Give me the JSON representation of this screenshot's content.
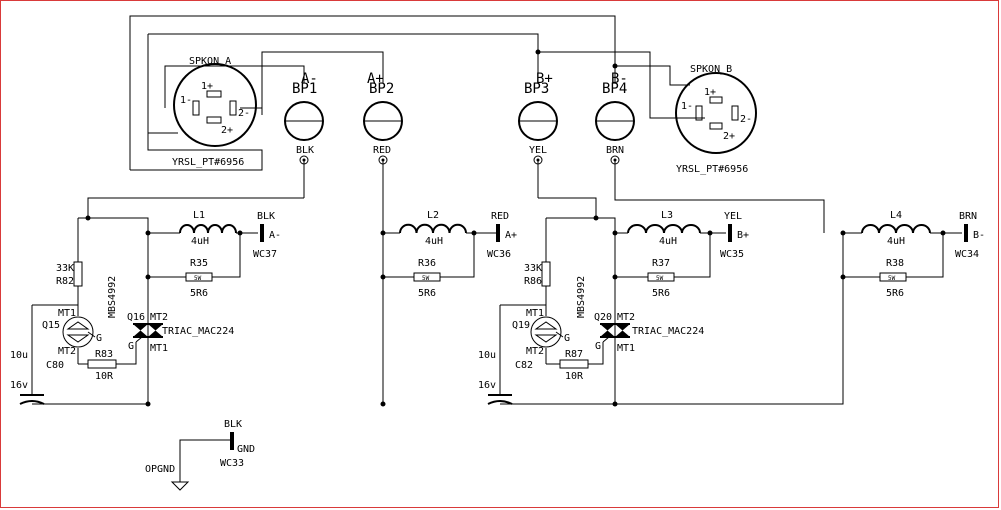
{
  "speakons": [
    {
      "ref": "SPKON_A",
      "part": "YRSL_PT#6956",
      "pins": [
        "1+",
        "1-",
        "2-",
        "2+"
      ]
    },
    {
      "ref": "SPKON_B",
      "part": "YRSL_PT#6956",
      "pins": [
        "1+",
        "1-",
        "2-",
        "2+"
      ]
    }
  ],
  "binding_posts": [
    {
      "ref": "BP1",
      "label": "A-",
      "wire": "BLK"
    },
    {
      "ref": "BP2",
      "label": "A+",
      "wire": "RED"
    },
    {
      "ref": "BP3",
      "label": "B+",
      "wire": "YEL"
    },
    {
      "ref": "BP4",
      "label": "B-",
      "wire": "BRN"
    }
  ],
  "inductors": [
    {
      "ref": "L1",
      "value": "4uH"
    },
    {
      "ref": "L2",
      "value": "4uH"
    },
    {
      "ref": "L3",
      "value": "4uH"
    },
    {
      "ref": "L4",
      "value": "4uH"
    }
  ],
  "connectors": [
    {
      "ref": "WC37",
      "wire": "BLK",
      "pin": "A-"
    },
    {
      "ref": "WC36",
      "wire": "RED",
      "pin": "A+"
    },
    {
      "ref": "WC35",
      "wire": "YEL",
      "pin": "B+"
    },
    {
      "ref": "WC34",
      "wire": "BRN",
      "pin": "B-"
    },
    {
      "ref": "WC33",
      "wire": "BLK",
      "pin": "GND"
    }
  ],
  "power_resistors": [
    {
      "ref": "R35",
      "body": "5W",
      "value": "5R6"
    },
    {
      "ref": "R36",
      "body": "5W",
      "value": "5R6"
    },
    {
      "ref": "R37",
      "body": "5W",
      "value": "5R6"
    },
    {
      "ref": "R38",
      "body": "5W",
      "value": "5R6"
    }
  ],
  "protection": [
    {
      "rdiv": "33K",
      "rdiv_ref": "R82",
      "trigger_ref": "Q15",
      "trigger_part": "MBS4992",
      "triac_ref": "Q16",
      "triac_part": "TRIAC_MAC224",
      "gate_r_ref": "R83",
      "gate_r": "10R",
      "cap_ref": "C80",
      "cap": "10u",
      "cap_v": "16v"
    },
    {
      "rdiv": "33K",
      "rdiv_ref": "R86",
      "trigger_ref": "Q19",
      "trigger_part": "MBS4992",
      "triac_ref": "Q20",
      "triac_part": "TRIAC_MAC224",
      "gate_r_ref": "R87",
      "gate_r": "10R",
      "cap_ref": "C82",
      "cap": "10u",
      "cap_v": "16v"
    }
  ],
  "pins": {
    "mt1": "MT1",
    "mt2": "MT2",
    "g": "G"
  },
  "ground": {
    "net": "OPGND"
  }
}
